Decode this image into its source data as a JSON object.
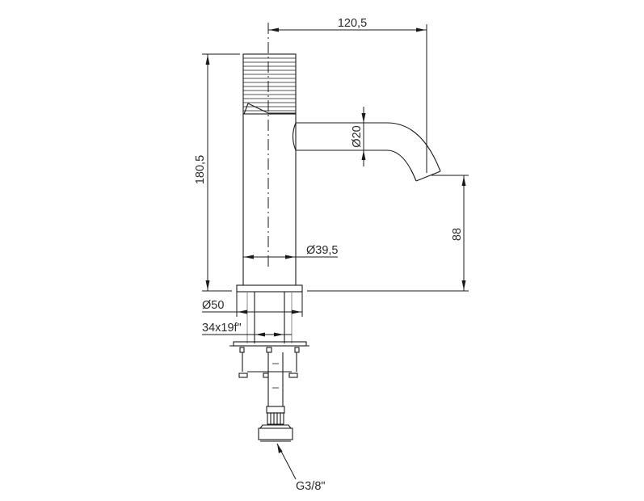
{
  "drawing": {
    "subject": "Single-lever basin mixer faucet - side elevation technical drawing",
    "units": "mm",
    "colors": {
      "line": "#1a1a1a",
      "text": "#2a2a2a",
      "background": "#ffffff"
    }
  },
  "dimensions": {
    "spout_reach": "120,5",
    "total_height": "180,5",
    "spout_diameter": "Ø20",
    "spout_outlet_height": "88",
    "body_diameter": "Ø39,5",
    "base_diameter": "Ø50",
    "mounting_thread": "34x19f\"",
    "supply_connection": "G3/8\""
  }
}
